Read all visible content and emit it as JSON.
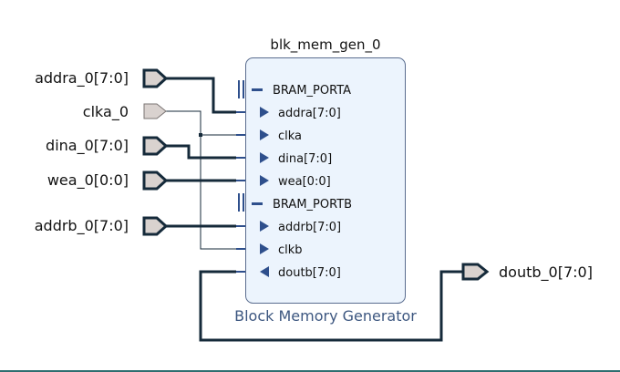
{
  "block": {
    "instance_name": "blk_mem_gen_0",
    "ip_name": "Block Memory Generator"
  },
  "interfaces": {
    "porta": "BRAM_PORTA",
    "portb": "BRAM_PORTB"
  },
  "block_pins": [
    "addra[7:0]",
    "clka",
    "dina[7:0]",
    "wea[0:0]",
    "addrb[7:0]",
    "clkb",
    "doutb[7:0]"
  ],
  "external_ports": {
    "inputs": [
      "addra_0[7:0]",
      "clka_0",
      "dina_0[7:0]",
      "wea_0[0:0]",
      "addrb_0[7:0]"
    ],
    "outputs": [
      "doutb_0[7:0]"
    ]
  },
  "colors": {
    "block_fill": "#ecf4fd",
    "block_border": "#5a6d8f",
    "wire": "#152a3a",
    "port_fill": "#d9d2cf",
    "pin_arrow": "#2e4f8c",
    "ip_label": "#3d5780",
    "bottom_bar": "#2f6e70"
  }
}
